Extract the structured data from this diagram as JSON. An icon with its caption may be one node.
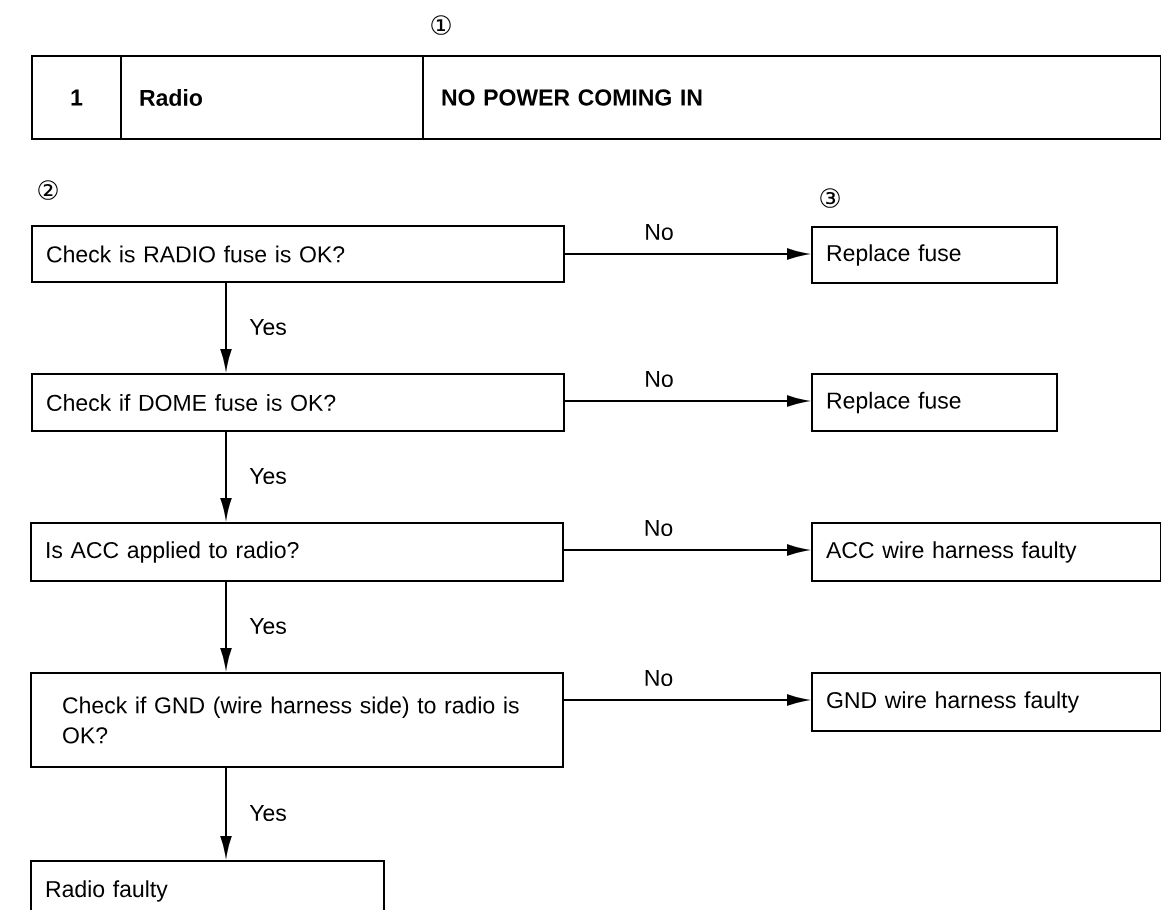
{
  "diagram": {
    "nodes": [
      {
        "text": [
          "Check is RADIO fuse is OK?"
        ]
      },
      {
        "text": [
          "Replace fuse"
        ]
      },
      {
        "text": [
          "Check if DOME fuse is OK?"
        ]
      },
      {
        "text": [
          "Replace fuse"
        ]
      },
      {
        "text": [
          "Is ACC applied to radio?"
        ]
      },
      {
        "text": [
          "ACC wire harness faulty"
        ]
      },
      {
        "text": [
          "Check if GND (wire harness side) to radio is OK?"
        ]
      },
      {
        "text": [
          "GND wire harness faulty"
        ]
      },
      {
        "text": [
          "Radio faulty"
        ]
      }
    ],
    "edges": [
      {
        "from": 0,
        "to": 1,
        "arrow": "to",
        "label": "No"
      },
      {
        "from": 0,
        "to": 2,
        "arrow": "to",
        "label": "Yes"
      },
      {
        "from": 2,
        "to": 3,
        "arrow": "to",
        "label": "No"
      },
      {
        "from": 2,
        "to": 4,
        "arrow": "to",
        "label": "Yes"
      },
      {
        "from": 4,
        "to": 5,
        "arrow": "to",
        "label": "No"
      },
      {
        "from": 4,
        "to": 6,
        "arrow": "to",
        "label": "Yes"
      },
      {
        "from": 6,
        "to": 7,
        "arrow": "to",
        "label": "No"
      },
      {
        "from": 6,
        "to": 8,
        "arrow": "to",
        "label": "Yes"
      }
    ],
    "labels": [
      "①",
      "1",
      "Radio",
      "NO POWER COMING IN",
      "②",
      "③"
    ]
  }
}
